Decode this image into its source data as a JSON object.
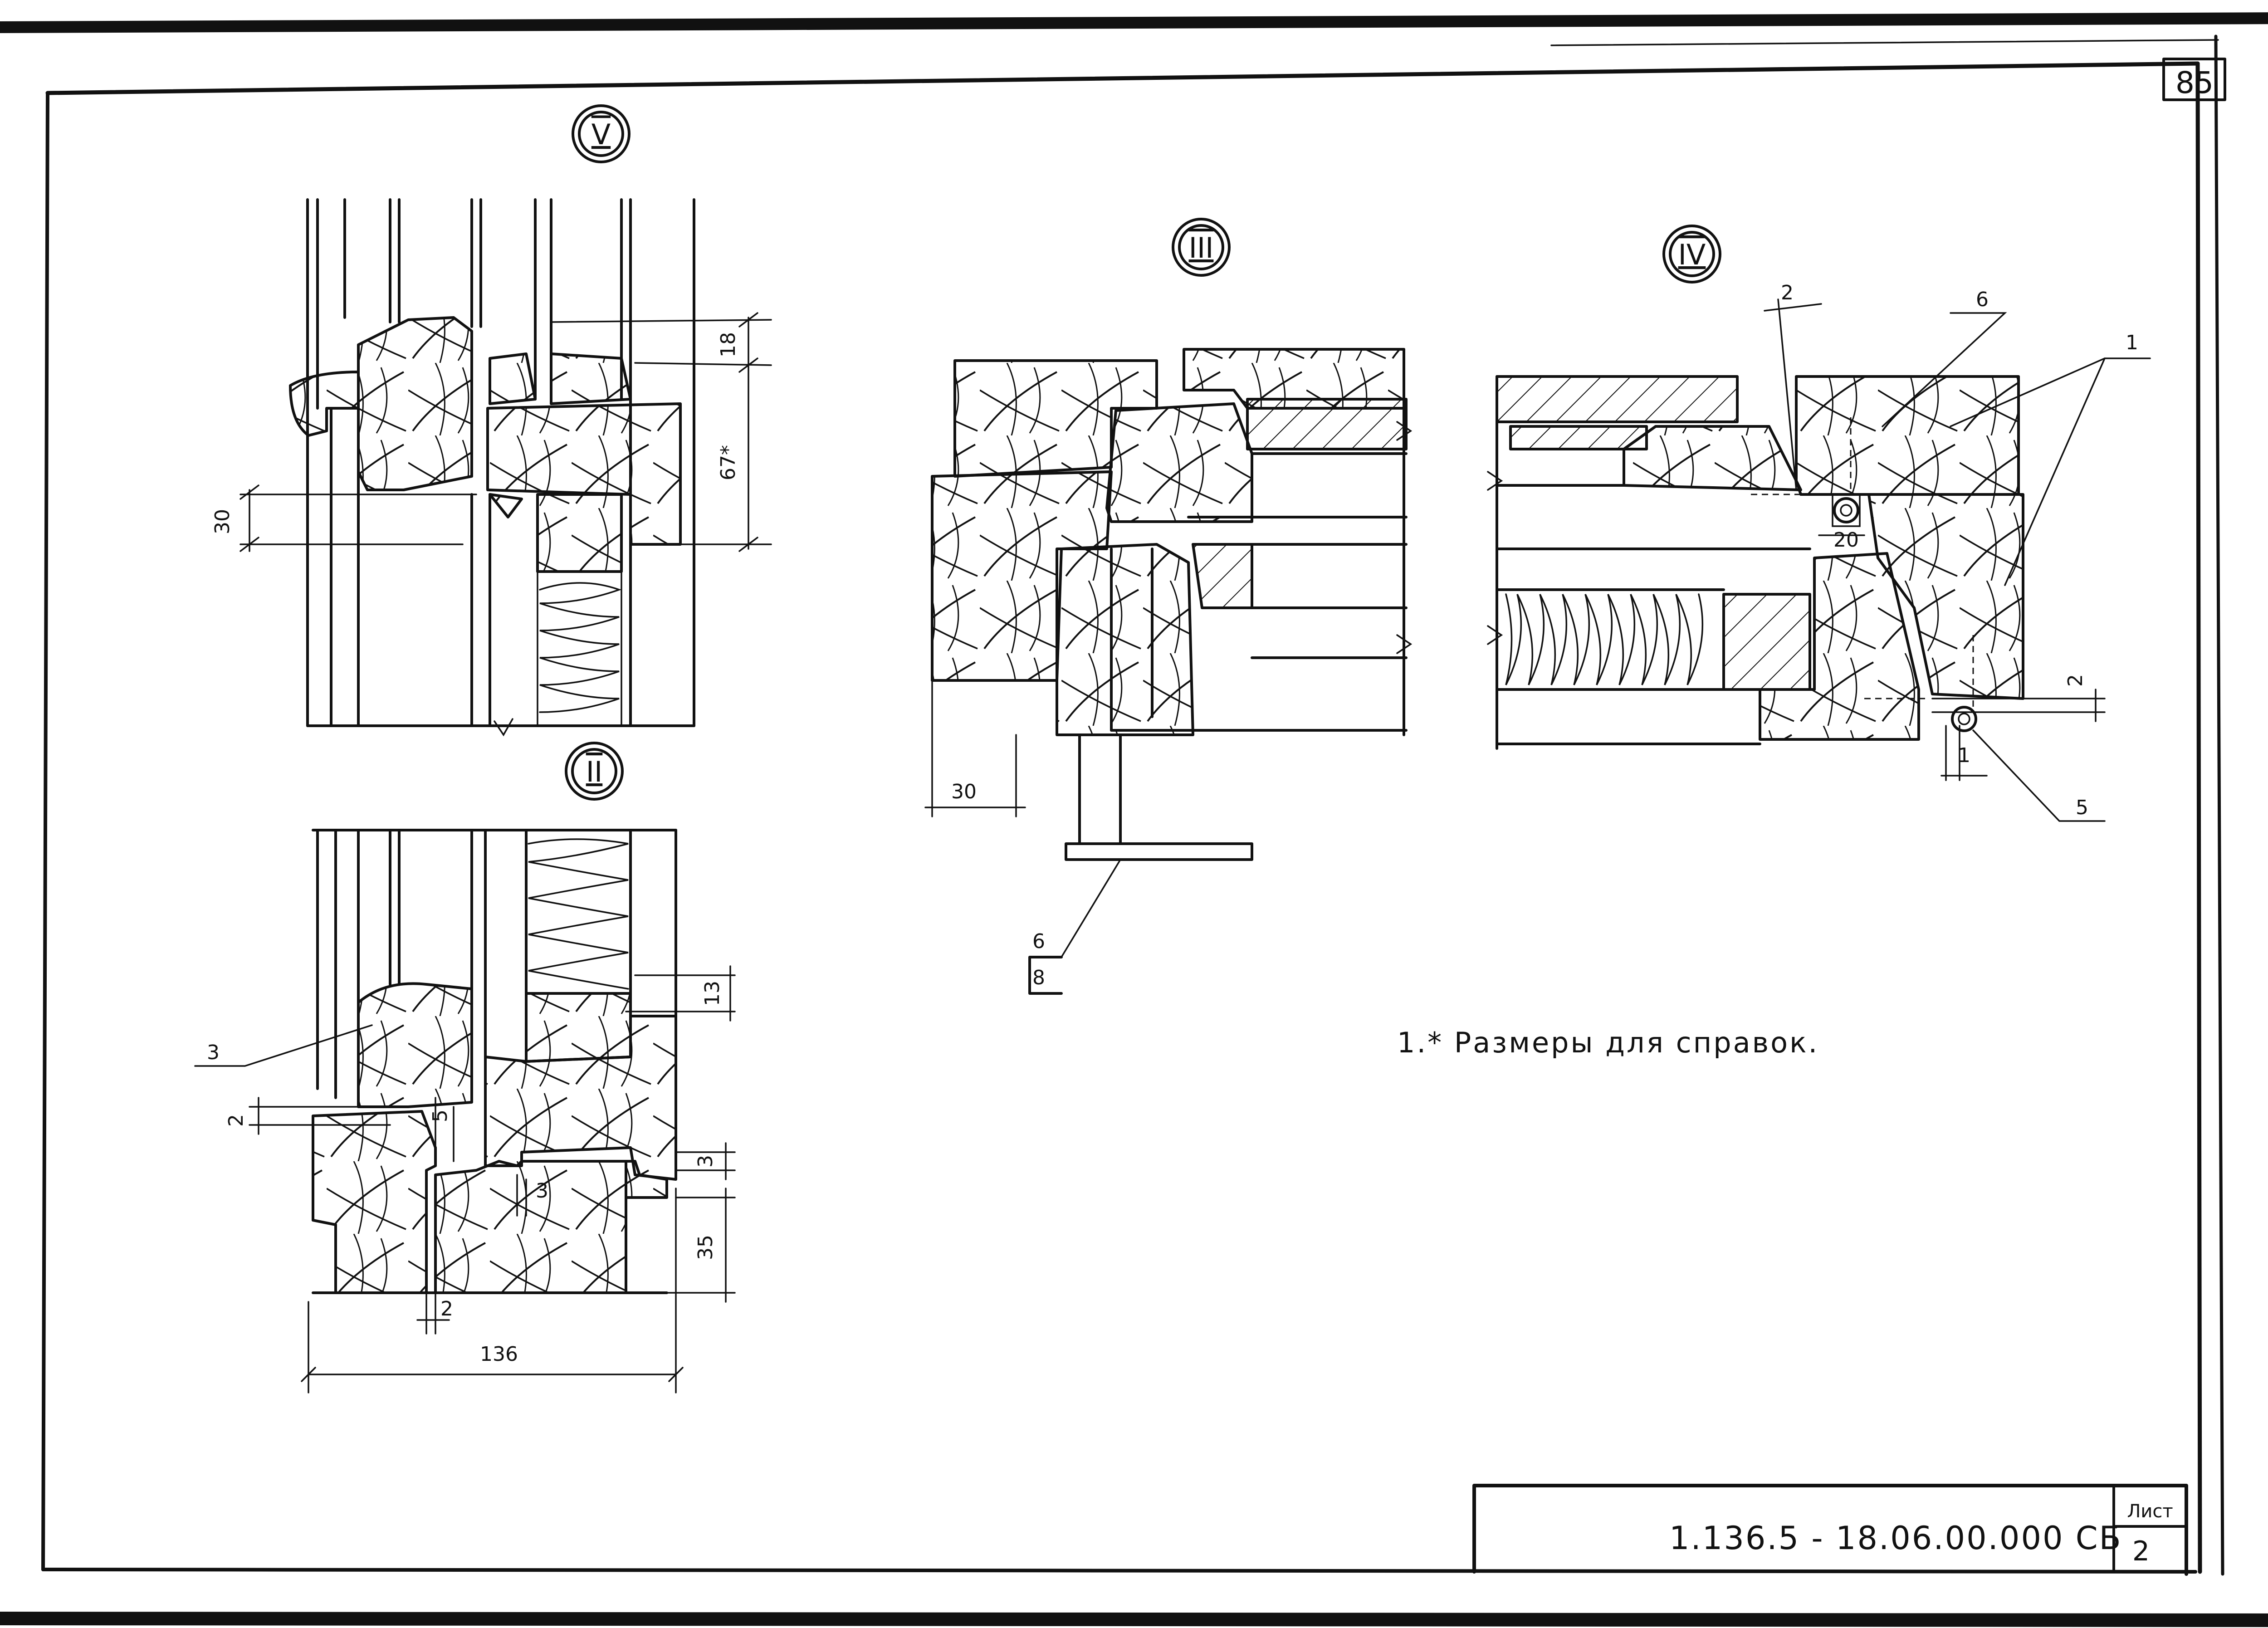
{
  "sheet": {
    "page_number": "85",
    "note": "1.* Размеры для справок.",
    "drawing_code": "1.136.5 - 18.06.00.000 СБ",
    "sheet_label": "Лист",
    "sheet_number": "2"
  },
  "sections": {
    "v": {
      "marker": "V",
      "dims": [
        "18",
        "67*",
        "30"
      ]
    },
    "ii": {
      "marker": "II",
      "dims": [
        "13",
        "3",
        "2",
        "5",
        "3",
        "3",
        "35",
        "2",
        "136"
      ],
      "callouts": [
        "3"
      ]
    },
    "iii": {
      "marker": "III",
      "dims": [
        "30"
      ],
      "callout_top": "6",
      "callout_bottom": "8"
    },
    "iv": {
      "marker": "IV",
      "dims": [
        "20",
        "2",
        "1"
      ],
      "callouts": [
        "2",
        "6",
        "1",
        "5"
      ]
    }
  }
}
